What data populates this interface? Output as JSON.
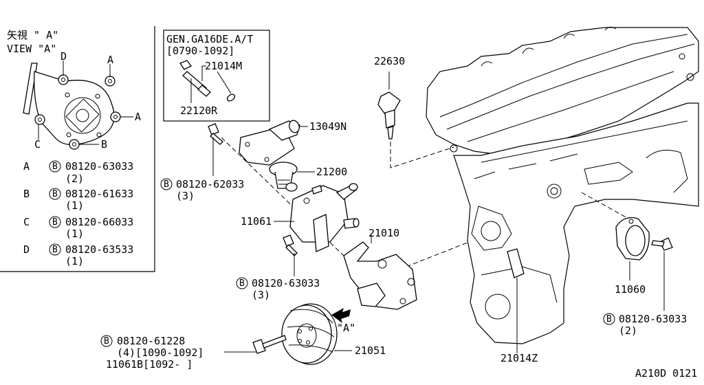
{
  "view_panel": {
    "title_jp": "矢視 \" A\"",
    "title_en": "VIEW \"A\"",
    "markers": {
      "a": "A",
      "b": "B",
      "c": "C",
      "d": "D"
    },
    "bolts": [
      {
        "key": "A",
        "circled": "B",
        "part_no": "08120-63033",
        "qty": "(2)"
      },
      {
        "key": "B",
        "circled": "B",
        "part_no": "08120-61633",
        "qty": "(1)"
      },
      {
        "key": "C",
        "circled": "B",
        "part_no": "08120-66033",
        "qty": "(1)"
      },
      {
        "key": "D",
        "circled": "B",
        "part_no": "08120-63533",
        "qty": "(1)"
      }
    ]
  },
  "sensor_box": {
    "header": "GEN.GA16DE.A/T",
    "date_range": "[0790-1092]",
    "parts": {
      "fitting": "21014M",
      "sensor": "22120R"
    }
  },
  "callouts": {
    "sender": "22630",
    "outlet": "13049N",
    "thermostat": "21200",
    "housing": "11061",
    "pump": "21010",
    "pulley": "21051",
    "gasket": "21014Z",
    "inlet": "11060"
  },
  "bolt_callouts": {
    "outlet_bolt": {
      "circled": "B",
      "part_no": "08120-62033",
      "qty": "(3)"
    },
    "housing_bolt": {
      "circled": "B",
      "part_no": "08120-63033",
      "qty": "(3)"
    },
    "inlet_bolt": {
      "circled": "B",
      "part_no": "08120-63033",
      "qty": "(2)"
    },
    "pulley_bolt": {
      "circled": "B",
      "part_no": "08120-61228",
      "line2": "(4)[1090-1092]",
      "line3": "11061B[1092-   ]"
    }
  },
  "view_arrow_label": "\"A\"",
  "diagram_id": "A210D 0121"
}
